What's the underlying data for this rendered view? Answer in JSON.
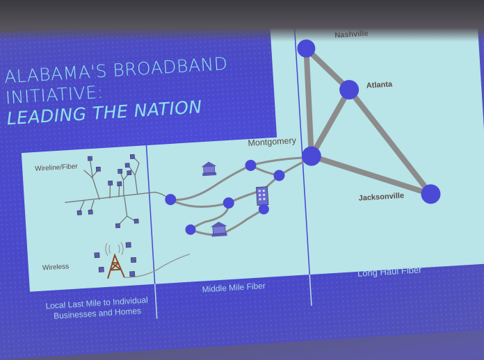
{
  "slide": {
    "title_lines": [
      "ALABAMA'S BROADBAND",
      "INITIATIVE:",
      "LEADING THE NATION"
    ],
    "colors": {
      "background": "#4a49c9",
      "panel": "#b9e4e8",
      "title": "#8fe3ec",
      "node": "#4a4ad6",
      "link": "#8c8c8c",
      "divider": "#4646d0",
      "label_text": "#5a4a44",
      "caption": "#a7d8e4"
    },
    "sections": [
      {
        "caption_line1": "Local Last Mile to Individual",
        "caption_line2": "Businesses and Homes"
      },
      {
        "caption_line1": "Middle Mile Fiber",
        "caption_line2": ""
      },
      {
        "caption_line1": "Long Haul Fiber",
        "caption_line2": ""
      }
    ],
    "local_labels": {
      "wireline": "Wireline/Fiber",
      "wireless": "Wireless"
    },
    "cities": {
      "montgomery": "Montgomery",
      "nashville": "Nashville",
      "atlanta": "Atlanta",
      "jacksonville": "Jacksonville"
    },
    "icons": [
      "house-icon",
      "cell-tower-icon",
      "government-building-icon",
      "office-building-icon",
      "bank-icon",
      "network-node-icon"
    ]
  }
}
